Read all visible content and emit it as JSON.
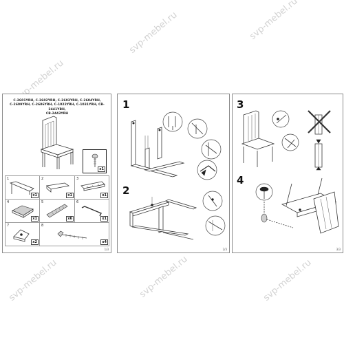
{
  "watermark": {
    "text": "svp-mebel.ru"
  },
  "sheet1": {
    "models_line1": "C-2601YRH, C-2602YRH, C-2603YRH, C-2604YRH,",
    "models_line2": "C-2609YRH, C-2686YRH, C-1022YRH, C-1031YRH, CB-2441YBH,",
    "models_line3": "CB-2443YRH",
    "tool_qty": "x1",
    "parts": [
      {
        "num": "1",
        "qty": "x1"
      },
      {
        "num": "2",
        "qty": "x1"
      },
      {
        "num": "3",
        "qty": "x1"
      },
      {
        "num": "4",
        "qty": "x1"
      },
      {
        "num": "5",
        "qty": "x6"
      },
      {
        "num": "6",
        "qty": "x1"
      },
      {
        "num": "7",
        "qty": "x2"
      },
      {
        "num": "8",
        "qty": "x4"
      }
    ],
    "page": "1/3"
  },
  "sheet2": {
    "step1": "1",
    "step2": "2",
    "page": "2/3"
  },
  "sheet3": {
    "step3": "3",
    "step4": "4",
    "page": "3/3"
  }
}
